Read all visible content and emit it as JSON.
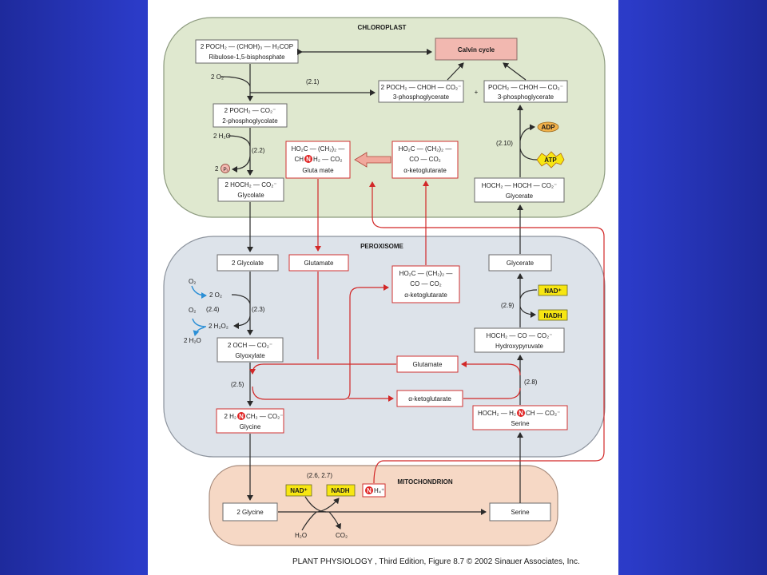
{
  "compartments": {
    "chloroplast": "CHLOROPLAST",
    "peroxisome": "PEROXISOME",
    "mitochondrion": "MITOCHONDRION"
  },
  "chloroplast": {
    "rubp_formula": "2 POCH₂ — (CHOH)₃ — H₂COP",
    "rubp_name": "Ribulose-1,5-bisphosphate",
    "calvin": "Calvin cycle",
    "o2_in": "2 O₂",
    "step_21": "(2.1)",
    "pga1_formula": "2 POCH₂ — CHOH — CO₂⁻",
    "pga1_name": "3-phosphoglycerate",
    "plus": "+",
    "pga2_formula": "POCH₂ — CHOH — CO₂⁻",
    "pga2_name": "3-phosphoglycerate",
    "pg_formula": "2 POCH₂ — CO₂⁻",
    "pg_name": "2-phosphoglycolate",
    "h2o_in": "2 H₂O",
    "step_22": "(2.2)",
    "pi_out_coef": "2",
    "pi_label": "Pᵢ",
    "glycolate_formula": "2 HOCH₂ — CO₂⁻",
    "glycolate_name": "Glycolate",
    "glu_line1": "HO₂C — (CH₂)₂ —",
    "glu_line2_a": "CH",
    "glu_line2_b": "H₂ — CO₂",
    "glu_name": "Gluta mate",
    "akg_line1": "HO₂C — (CH₂)₂ —",
    "akg_line2": "CO — CO₂",
    "akg_name": "α-ketoglutarate",
    "adp": "ADP",
    "atp": "ATP",
    "step_210": "(2.10)",
    "glycerate_formula": "HOCH₂ — HOCH — CO₂⁻",
    "glycerate_name": "Glycerate"
  },
  "peroxisome": {
    "glycolate": "2 Glycolate",
    "glutamate": "Glutamate",
    "akg_line1": "HO₂C — (CH₂)₂ —",
    "akg_line2": "CO — CO₂",
    "akg_name": "α-ketoglutarate",
    "glycerate": "Glycerate",
    "o2_a": "O₂",
    "o2_b": "2 O₂",
    "o2_c": "O₂",
    "step_24": "(2.4)",
    "step_23": "(2.3)",
    "h2o2": "2 H₂O₂",
    "h2o": "2 H₂O",
    "nad": "NAD⁺",
    "nadh": "NADH",
    "step_29": "(2.9)",
    "hpyr_formula": "HOCH₂ — CO — CO₂⁻",
    "hpyr_name": "Hydroxypyruvate",
    "glyoxylate_formula": "2 OCH — CO₂⁻",
    "glyoxylate_name": "Glyoxylate",
    "glutamate2": "Glutamate",
    "step_25": "(2.5)",
    "step_28": "(2.8)",
    "akg2": "α-ketoglutarate",
    "glycine_formula_a": "2 H₂",
    "glycine_formula_b": "CH₂ — CO₂⁻",
    "glycine_name": "Glycine",
    "serine_formula_a": "HOCH₂ — H₂",
    "serine_formula_b": "CH — CO₂⁻",
    "serine_name": "Serine"
  },
  "mitochondrion": {
    "step_267": "(2.6, 2.7)",
    "nad": "NAD⁺",
    "nadh": "NADH",
    "nh4": "H₄⁺",
    "glycine": "2 Glycine",
    "serine": "Serine",
    "h2o": "H₂O",
    "co2": "CO₂"
  },
  "atoms": {
    "n": "N"
  },
  "caption": "PLANT PHYSIOLOGY , Third Edition, Figure 8.7  © 2002 Sinauer Associates, Inc.",
  "colors": {
    "background_blue": "#2b3bc8",
    "chloroplast_fill": "#dfe8cf",
    "peroxisome_fill": "#dde3ea",
    "mitochondrion_fill": "#f6d8c5",
    "calvin_fill": "#f2b8b0",
    "cofactor_yellow": "#f7e612",
    "adp_orange": "#f2b24a",
    "nitrogen_red": "#e02020",
    "arrow_red": "#d22828",
    "arrow_blue": "#2b8fd6"
  }
}
